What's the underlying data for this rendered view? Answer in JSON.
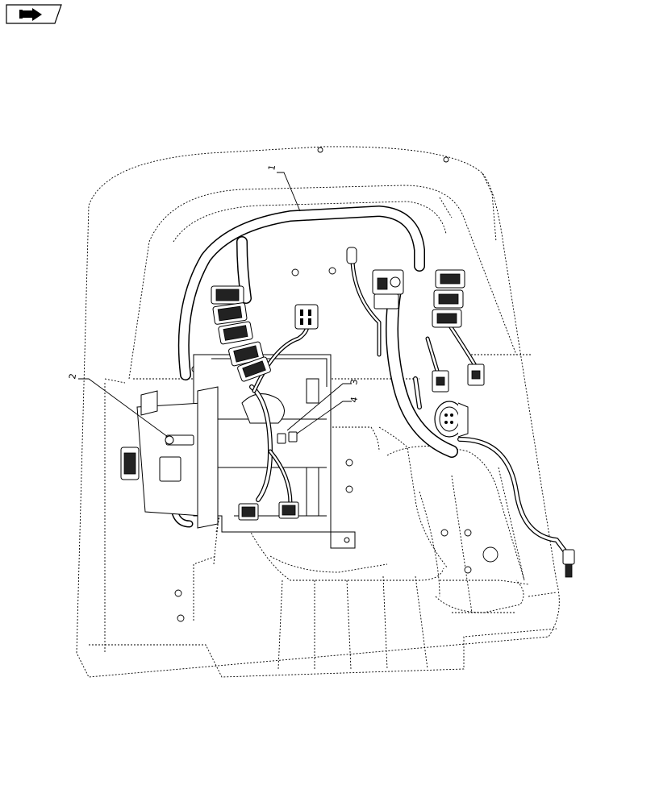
{
  "nav": {
    "icon": "page-turn-icon"
  },
  "callouts": [
    {
      "id": "1",
      "label": "1"
    },
    {
      "id": "2",
      "label": "2"
    },
    {
      "id": "3",
      "label": "3"
    },
    {
      "id": "4",
      "label": "4"
    }
  ]
}
